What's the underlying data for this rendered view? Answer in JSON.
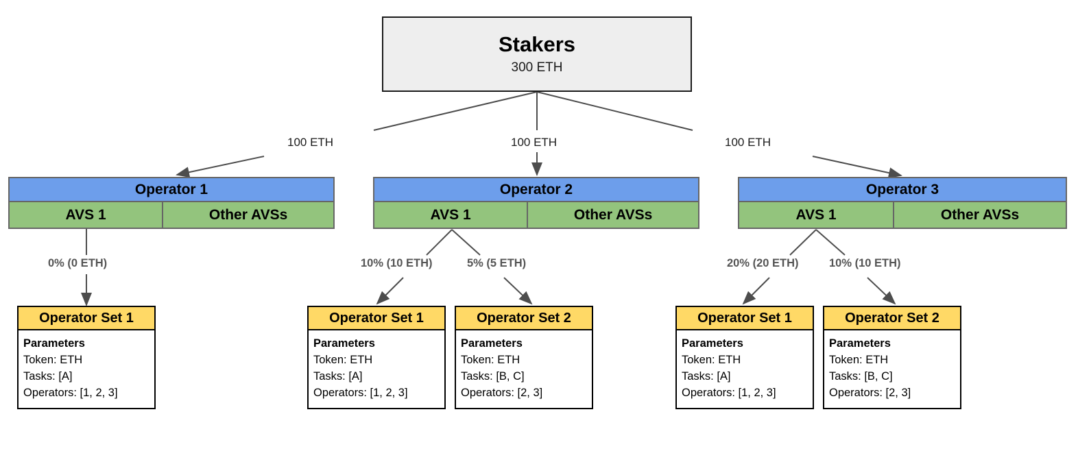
{
  "diagram": {
    "root": {
      "title": "Stakers",
      "amount": "300 ETH"
    },
    "stake_edges": [
      {
        "label": "100 ETH"
      },
      {
        "label": "100 ETH"
      },
      {
        "label": "100 ETH"
      }
    ],
    "operators": [
      {
        "name": "Operator 1",
        "avs_primary": "AVS 1",
        "avs_other": "Other AVSs",
        "allocations": [
          {
            "label": "0% (0 ETH)"
          }
        ],
        "operator_sets": [
          {
            "title": "Operator Set 1",
            "params_title": "Parameters",
            "token": "Token: ETH",
            "tasks": "Tasks: [A]",
            "operators": "Operators: [1, 2, 3]"
          }
        ]
      },
      {
        "name": "Operator 2",
        "avs_primary": "AVS 1",
        "avs_other": "Other AVSs",
        "allocations": [
          {
            "label": "10% (10 ETH)"
          },
          {
            "label": "5% (5 ETH)"
          }
        ],
        "operator_sets": [
          {
            "title": "Operator Set 1",
            "params_title": "Parameters",
            "token": "Token: ETH",
            "tasks": "Tasks: [A]",
            "operators": "Operators: [1, 2, 3]"
          },
          {
            "title": "Operator Set 2",
            "params_title": "Parameters",
            "token": "Token: ETH",
            "tasks": "Tasks: [B, C]",
            "operators": "Operators: [2, 3]"
          }
        ]
      },
      {
        "name": "Operator 3",
        "avs_primary": "AVS 1",
        "avs_other": "Other AVSs",
        "allocations": [
          {
            "label": "20% (20 ETH)"
          },
          {
            "label": "10% (10 ETH)"
          }
        ],
        "operator_sets": [
          {
            "title": "Operator Set 1",
            "params_title": "Parameters",
            "token": "Token: ETH",
            "tasks": "Tasks: [A]",
            "operators": "Operators: [1, 2, 3]"
          },
          {
            "title": "Operator Set 2",
            "params_title": "Parameters",
            "token": "Token: ETH",
            "tasks": "Tasks: [B, C]",
            "operators": "Operators: [2, 3]"
          }
        ]
      }
    ],
    "colors": {
      "root_fill": "#eeeeee",
      "root_border": "#1a1a1a",
      "operator_header_fill": "#6D9EEB",
      "avs_fill": "#93C47D",
      "operator_border": "#666666",
      "opset_header_fill": "#FFD966",
      "opset_border": "#000000",
      "edge_stroke": "#4d4d4d",
      "label_text": "#555555"
    }
  }
}
